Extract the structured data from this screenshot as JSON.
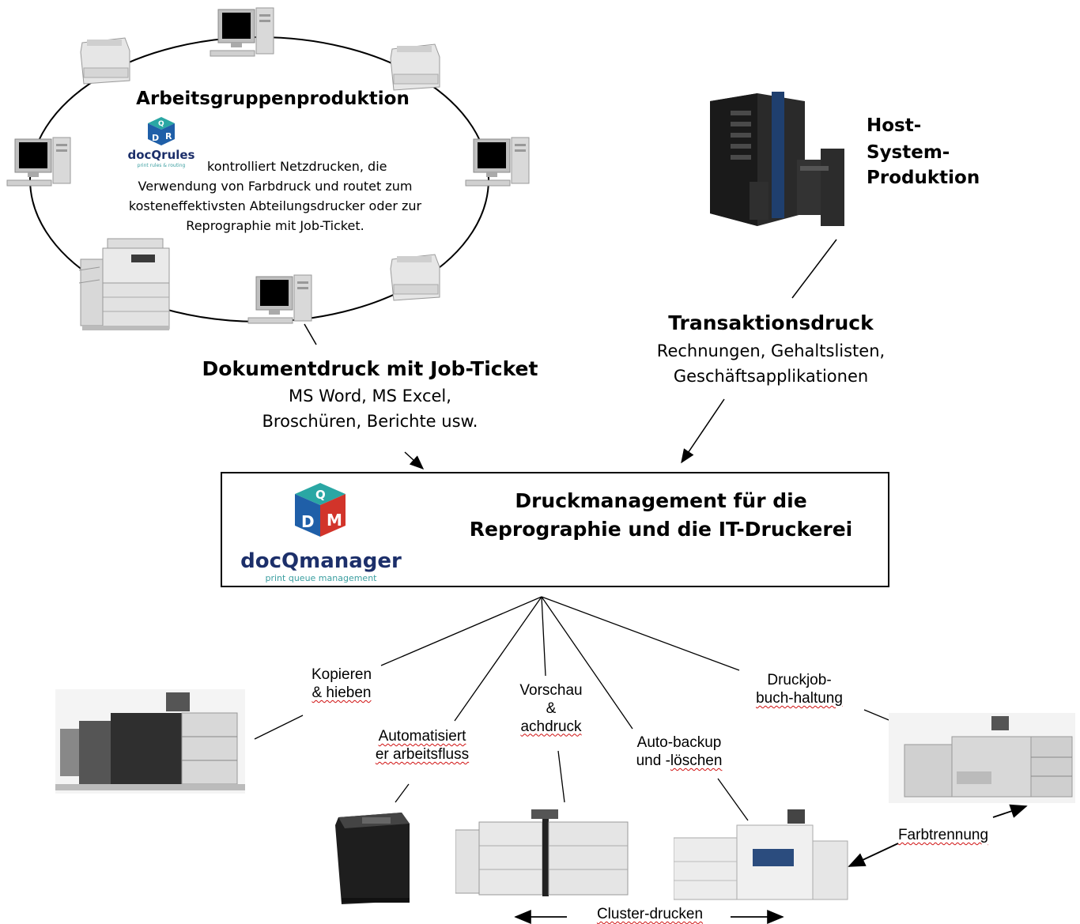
{
  "workgroup": {
    "title": "Arbeitsgruppenproduktion",
    "docqrules_logo": {
      "brand": "docQrules",
      "tagline": "print rules & routing",
      "letters": [
        "Q",
        "D",
        "R"
      ]
    },
    "description_lines": [
      "kontrolliert Netzdrucken, die",
      "Verwendung von Farbdruck und routet zum",
      "kosteneffektivsten Abteilungsdrucker oder zur",
      "Reprographie mit Job-Ticket."
    ]
  },
  "host": {
    "title_lines": [
      "Host-",
      "System-",
      "Produktion"
    ]
  },
  "document_print": {
    "title": "Dokumentdruck mit Job-Ticket",
    "lines": [
      "MS Word, MS Excel,",
      "Broschüren, Berichte usw."
    ]
  },
  "transaction_print": {
    "title": "Transaktionsdruck",
    "lines": [
      "Rechnungen, Gehaltslisten,",
      "Geschäftsapplikationen"
    ]
  },
  "manager": {
    "logo": {
      "brand": "docQmanager",
      "tagline": "print queue management",
      "letters": [
        "Q",
        "D",
        "M"
      ]
    },
    "title_lines": [
      "Druckmanagement für die",
      "Reprographie und die IT-Druckerei"
    ]
  },
  "features": {
    "copy": [
      "Kopieren",
      "& hieben"
    ],
    "automation": [
      "Automatisiert",
      "er arbeitsfluss"
    ],
    "preview": [
      "Vorschau",
      "&",
      "achdruck"
    ],
    "backup": [
      "Auto-backup",
      "und -löschen"
    ],
    "accounting": [
      "Druckjob-",
      "buch-haltung"
    ],
    "color_sep": "Farbtrennung",
    "cluster": "Cluster-drucken"
  },
  "colors": {
    "logo_blue": "#1f5fa8",
    "logo_red": "#d2342a",
    "logo_teal": "#2aa7a4",
    "brand_navy": "#1c2f6a",
    "brand_teal": "#3a9ea0",
    "spell_underline": "#d01010"
  }
}
